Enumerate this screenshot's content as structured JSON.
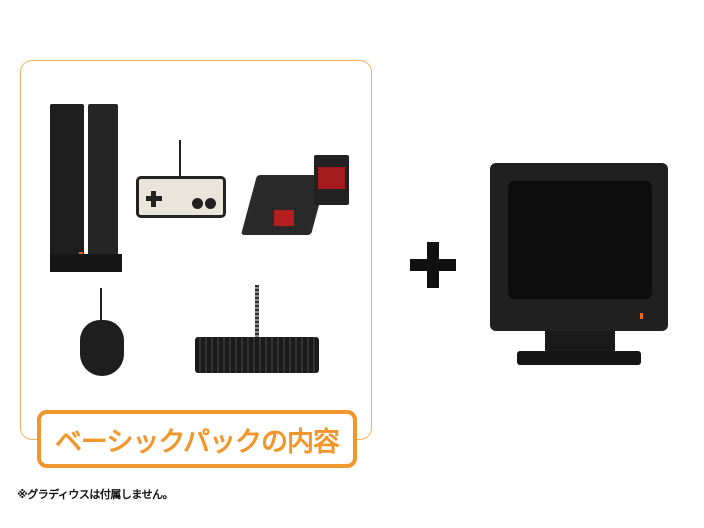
{
  "section_label": "ベーシックパックの内容",
  "footnote": "※グラディウスは付属しません。",
  "accent_color": "#f0962a",
  "items": [
    "console-unit",
    "gamepad",
    "sd-card-and-case",
    "mouse",
    "keyboard",
    "crt-monitor"
  ],
  "plus_icon": "plus"
}
